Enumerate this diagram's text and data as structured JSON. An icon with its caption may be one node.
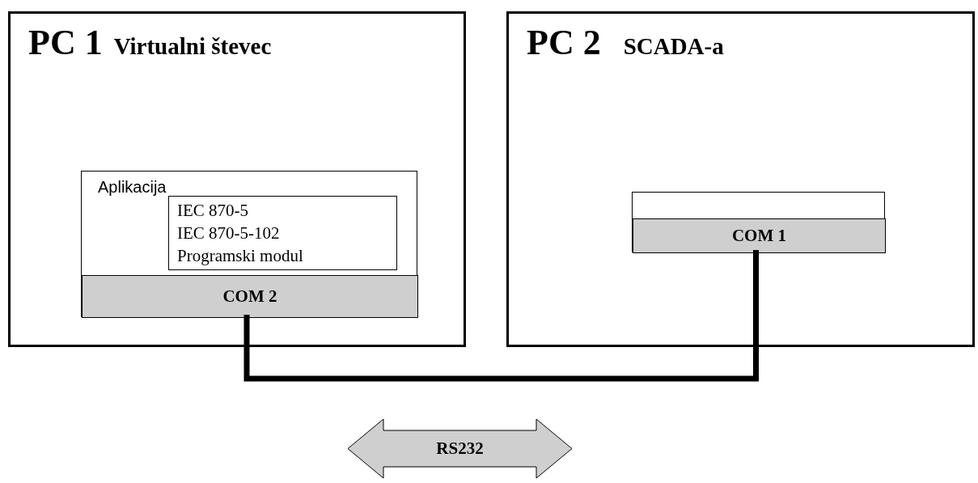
{
  "diagram": {
    "nodes": [
      {
        "text": [
          "PC 1",
          "Virtualni števec"
        ]
      },
      {
        "text": [
          "Aplikacija"
        ],
        "in": 0
      },
      {
        "text": [
          "IEC 870-5",
          "IEC 870-5-102",
          "Programski modul"
        ],
        "in": 1
      },
      {
        "text": [
          "COM 2"
        ],
        "in": 1
      },
      {
        "text": [
          "PC 2",
          "SCADA-a"
        ]
      },
      {
        "text": [],
        "shape": "box",
        "in": 4
      },
      {
        "text": [
          "COM 1"
        ],
        "in": 5
      },
      {
        "text": [
          "RS232"
        ]
      }
    ],
    "edges": [
      {
        "from": 3,
        "to": 6,
        "arrow": "none"
      }
    ]
  }
}
